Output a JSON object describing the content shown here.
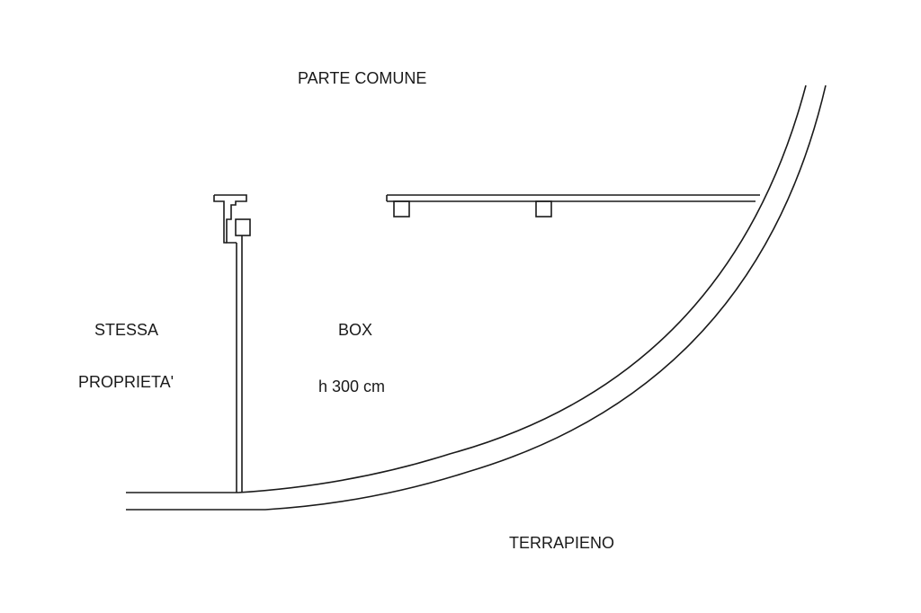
{
  "labels": {
    "parte_comune": "PARTE COMUNE",
    "stessa": "STESSA",
    "proprieta": "PROPRIETA'",
    "box": "BOX",
    "height": "h 300 cm",
    "terrapieno": "TERRAPIENO"
  },
  "colors": {
    "stroke": "#1a1a1a",
    "background": "#ffffff"
  }
}
